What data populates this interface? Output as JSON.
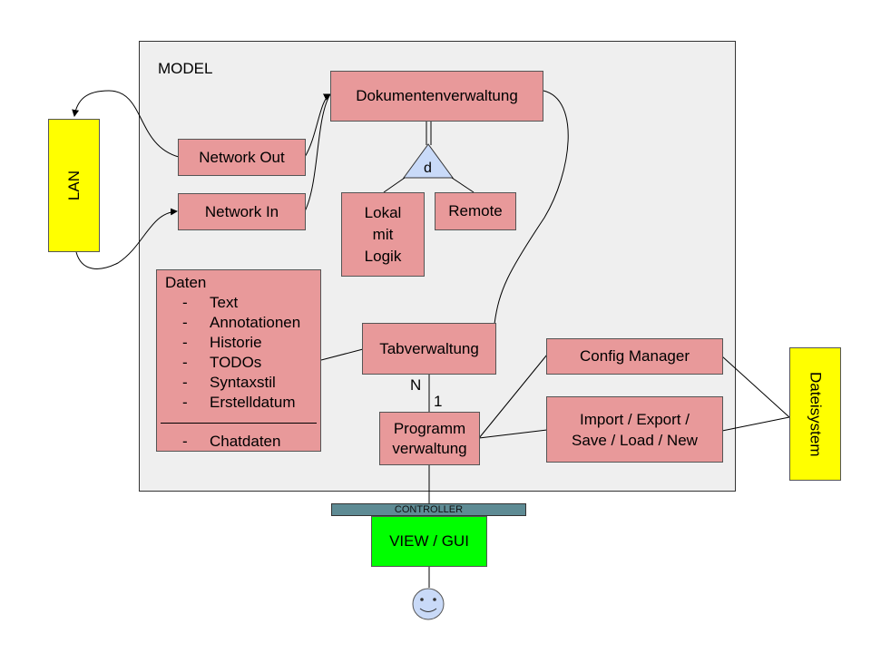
{
  "model": {
    "label": "MODEL"
  },
  "lan": {
    "label": "LAN"
  },
  "dateisystem": {
    "label": "Dateisystem"
  },
  "boxes": {
    "dokumentenverwaltung": "Dokumentenverwaltung",
    "network_out": "Network Out",
    "network_in": "Network In",
    "lokal_1": "Lokal",
    "lokal_2": "mit",
    "lokal_3": "Logik",
    "remote": "Remote",
    "tabverwaltung": "Tabverwaltung",
    "config_manager": "Config Manager",
    "programm_1": "Programm",
    "programm_2": "verwaltung",
    "import_1": "Import / Export /",
    "import_2": "Save / Load / New"
  },
  "disjoint": {
    "label": "d"
  },
  "daten": {
    "title": "Daten",
    "dash": "-",
    "items": [
      "Text",
      "Annotationen",
      "Historie",
      "TODOs",
      "Syntaxstil",
      "Erstelldatum"
    ],
    "chat": "Chatdaten"
  },
  "cardinality": {
    "n": "N",
    "one": "1"
  },
  "controller": {
    "label": "CONTROLLER"
  },
  "view": {
    "label": "VIEW / GUI"
  }
}
